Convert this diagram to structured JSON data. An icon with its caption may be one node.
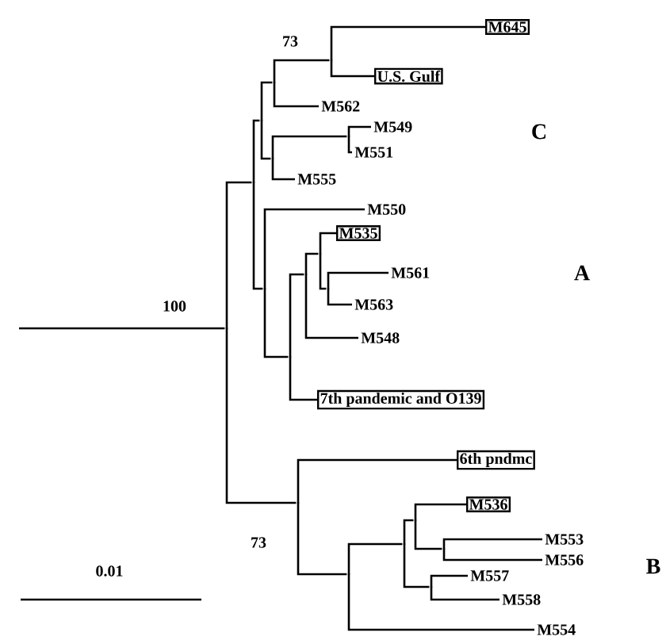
{
  "diagram": {
    "nodes": [
      {
        "text": [],
        "shape": "point",
        "beside": [
          "100"
        ]
      },
      {
        "text": [],
        "shape": "point"
      },
      {
        "text": [],
        "shape": "point"
      },
      {
        "text": [],
        "shape": "point"
      },
      {
        "text": [],
        "shape": "point",
        "beside": [
          "73"
        ]
      },
      {
        "text": [
          "M645"
        ]
      },
      {
        "text": [
          "U.S. Gulf"
        ]
      },
      {
        "text": [
          "M562"
        ]
      },
      {
        "text": [],
        "shape": "point"
      },
      {
        "text": [],
        "shape": "point"
      },
      {
        "text": [
          "M549"
        ]
      },
      {
        "text": [
          "M551"
        ]
      },
      {
        "text": [
          "M555"
        ]
      },
      {
        "text": [],
        "shape": "point"
      },
      {
        "text": [
          "M550"
        ]
      },
      {
        "text": [],
        "shape": "point"
      },
      {
        "text": [],
        "shape": "point"
      },
      {
        "text": [],
        "shape": "point"
      },
      {
        "text": [
          "M535"
        ]
      },
      {
        "text": [],
        "shape": "point"
      },
      {
        "text": [
          "M561"
        ]
      },
      {
        "text": [
          "M563"
        ]
      },
      {
        "text": [
          "M548"
        ]
      },
      {
        "text": [
          "7th pandemic and O139"
        ]
      },
      {
        "text": [],
        "shape": "point",
        "beside": [
          "73"
        ]
      },
      {
        "text": [
          "6th pndmc"
        ]
      },
      {
        "text": [],
        "shape": "point"
      },
      {
        "text": [],
        "shape": "point"
      },
      {
        "text": [],
        "shape": "point"
      },
      {
        "text": [
          "M536"
        ]
      },
      {
        "text": [],
        "shape": "point"
      },
      {
        "text": [
          "M553"
        ]
      },
      {
        "text": [
          "M556"
        ]
      },
      {
        "text": [],
        "shape": "point"
      },
      {
        "text": [
          "M557"
        ]
      },
      {
        "text": [
          "M558"
        ]
      },
      {
        "text": [
          "M554"
        ]
      }
    ],
    "edges": [
      {
        "from": null,
        "to": 0,
        "arrow": "none"
      },
      {
        "from": 0,
        "to": 1,
        "arrow": "none"
      },
      {
        "from": 1,
        "to": 2,
        "arrow": "none"
      },
      {
        "from": 2,
        "to": 3,
        "arrow": "none"
      },
      {
        "from": 3,
        "to": 4,
        "arrow": "none"
      },
      {
        "from": 4,
        "to": 5,
        "arrow": "none"
      },
      {
        "from": 4,
        "to": 6,
        "arrow": "none"
      },
      {
        "from": 3,
        "to": 7,
        "arrow": "none"
      },
      {
        "from": 2,
        "to": 8,
        "arrow": "none"
      },
      {
        "from": 8,
        "to": 9,
        "arrow": "none"
      },
      {
        "from": 9,
        "to": 10,
        "arrow": "none"
      },
      {
        "from": 9,
        "to": 11,
        "arrow": "none"
      },
      {
        "from": 8,
        "to": 12,
        "arrow": "none"
      },
      {
        "from": 1,
        "to": 13,
        "arrow": "none"
      },
      {
        "from": 13,
        "to": 14,
        "arrow": "none"
      },
      {
        "from": 13,
        "to": 15,
        "arrow": "none"
      },
      {
        "from": 15,
        "to": 16,
        "arrow": "none"
      },
      {
        "from": 16,
        "to": 17,
        "arrow": "none"
      },
      {
        "from": 17,
        "to": 18,
        "arrow": "none"
      },
      {
        "from": 17,
        "to": 19,
        "arrow": "none"
      },
      {
        "from": 19,
        "to": 20,
        "arrow": "none"
      },
      {
        "from": 19,
        "to": 21,
        "arrow": "none"
      },
      {
        "from": 16,
        "to": 22,
        "arrow": "none"
      },
      {
        "from": 15,
        "to": 23,
        "arrow": "none"
      },
      {
        "from": 0,
        "to": 24,
        "arrow": "none"
      },
      {
        "from": 24,
        "to": 25,
        "arrow": "none"
      },
      {
        "from": 24,
        "to": 26,
        "arrow": "none"
      },
      {
        "from": 26,
        "to": 27,
        "arrow": "none"
      },
      {
        "from": 27,
        "to": 28,
        "arrow": "none"
      },
      {
        "from": 28,
        "to": 29,
        "arrow": "none"
      },
      {
        "from": 28,
        "to": 30,
        "arrow": "none"
      },
      {
        "from": 30,
        "to": 31,
        "arrow": "none"
      },
      {
        "from": 30,
        "to": 32,
        "arrow": "none"
      },
      {
        "from": 27,
        "to": 33,
        "arrow": "none"
      },
      {
        "from": 33,
        "to": 34,
        "arrow": "none"
      },
      {
        "from": 33,
        "to": 35,
        "arrow": "none"
      },
      {
        "from": 26,
        "to": 36,
        "arrow": "none"
      }
    ],
    "labels": [
      "C",
      "A",
      "B",
      "0.01"
    ]
  }
}
